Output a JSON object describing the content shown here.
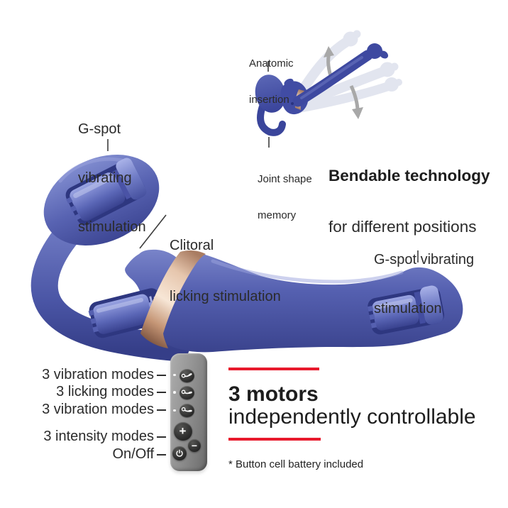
{
  "inset": {
    "anatomic": {
      "lines": [
        "Anatomic",
        "insertion"
      ]
    },
    "joint": {
      "lines": [
        "Joint shape",
        "memory"
      ]
    },
    "caption": {
      "bold": "Bendable technology",
      "regular": "for different positions"
    }
  },
  "callouts": {
    "left_gspot": {
      "lines": [
        "G-spot",
        "vibrating",
        "stimulation"
      ]
    },
    "clitoral": {
      "lines": [
        "Clitoral",
        "licking stimulation"
      ]
    },
    "right_gspot": {
      "lines": [
        "G-spot vibrating",
        "stimulation"
      ]
    }
  },
  "remote": {
    "labels": [
      "3 vibration modes",
      "3 licking modes",
      "3 vibration modes",
      "3 intensity modes",
      "On/Off"
    ],
    "buttons": {
      "plus": "+",
      "minus": "−"
    },
    "icons": {
      "mode_buttons": "vibrator-silhouette-icon",
      "power_button": "power-icon"
    }
  },
  "footer": {
    "headline_bold": "3 motors",
    "headline_regular": "independently controllable",
    "footnote": "* Button cell battery included"
  },
  "colors": {
    "product_blue": "#4a55a8",
    "product_blue_dark": "#39428c",
    "product_blue_light": "#8490d2",
    "rose_gold": "#e6c6ad",
    "accent_red": "#e8192c",
    "remote_gray": "#959595",
    "ghost_gray": "#e2e5ef",
    "text": "#2b2b2b"
  }
}
